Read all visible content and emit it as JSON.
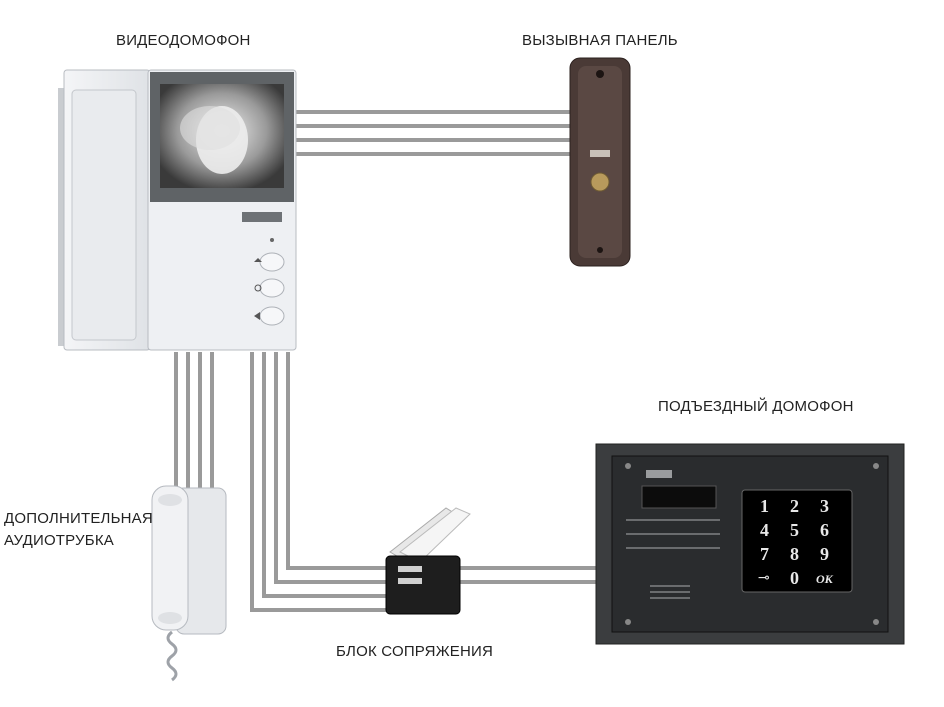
{
  "labels": {
    "videophone": "ВИДЕОДОМОФОН",
    "call_panel": "ВЫЗЫВНАЯ ПАНЕЛЬ",
    "entrance_intercom": "ПОДЪЕЗДНЫЙ ДОМОФОН",
    "extra_handset_line1": "ДОПОЛНИТЕЛЬНАЯ",
    "extra_handset_line2": "АУДИОТРУБКА",
    "interface_block": "БЛОК СОПРЯЖЕНИЯ"
  },
  "keypad_keys": [
    "1",
    "2",
    "3",
    "4",
    "5",
    "6",
    "7",
    "8",
    "9",
    "0"
  ],
  "keypad_special_key": "ОК",
  "colors": {
    "wire": "#9a9a9a",
    "device_body": "#e6e8eb",
    "panel_body": "#4a3a36",
    "intercom_frame": "#3b3d3f"
  }
}
